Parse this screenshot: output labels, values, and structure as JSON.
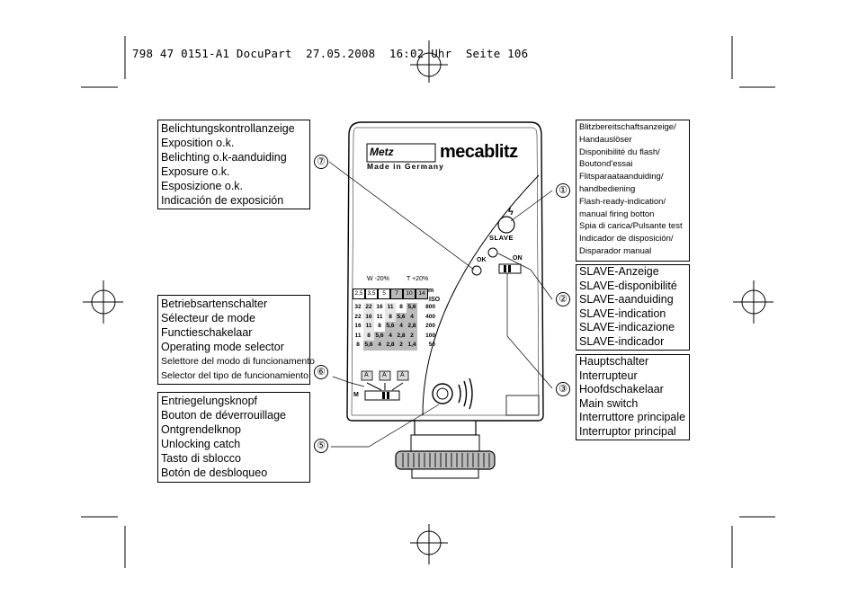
{
  "header": {
    "text": "798 47 0151-A1 DocuPart  27.05.2008  16:02 Uhr  Seite 106"
  },
  "device": {
    "brand": "Metz",
    "product": "mecablitz",
    "made_in": "Made in Germany",
    "ok_label": "OK",
    "slave_label": "SLAVE",
    "on_label": "ON",
    "mode_m": "M",
    "mode_a1": "A",
    "mode_a2": "A",
    "mode_a3": "A",
    "w_label": "W -20%",
    "t_label": "T +20%",
    "m_label": "m",
    "iso_label": "ISO",
    "flash_glyph": "ϟ"
  },
  "table": {
    "header": [
      "2,5",
      "3,5",
      "5",
      "7",
      "10",
      "14"
    ],
    "rows": [
      {
        "cells": [
          "32",
          "22",
          "16",
          "11",
          "8",
          "5,6"
        ],
        "iso": "800"
      },
      {
        "cells": [
          "22",
          "16",
          "11",
          "8",
          "5,6",
          "4"
        ],
        "iso": "400"
      },
      {
        "cells": [
          "16",
          "11",
          "8",
          "5,6",
          "4",
          "2,8"
        ],
        "iso": "200"
      },
      {
        "cells": [
          "11",
          "8",
          "5,6",
          "4",
          "2,8",
          "2"
        ],
        "iso": "100"
      },
      {
        "cells": [
          "8",
          "5,6",
          "4",
          "2,8",
          "2",
          "1,4"
        ],
        "iso": "50"
      }
    ]
  },
  "boxes": {
    "exposure": {
      "number": "⑦",
      "lines": [
        "Belichtungskontrollanzeige",
        "Exposition o.k.",
        "Belichting o.k-aanduiding",
        "Exposure o.k.",
        "Esposizione o.k.",
        "Indicación de exposición"
      ]
    },
    "mode": {
      "number": "⑥",
      "lines": [
        "Betriebsartenschalter",
        "Sélecteur de mode",
        "Functieschakelaar",
        "Operating mode selector"
      ],
      "small_lines": [
        "Selettore del modo di funcionamento",
        "Selector del tipo de funcionamiento"
      ]
    },
    "unlock": {
      "number": "⑤",
      "lines": [
        "Entriegelungsknopf",
        "Bouton de déverrouillage",
        "Ontgrendelknop",
        "Unlocking catch",
        "Tasto di sblocco",
        "Botón de desbloqueo"
      ]
    },
    "ready": {
      "number": "①",
      "lines": [
        "Blitzbereitschaftsanzeige/",
        "Handauslöser",
        "Disponibilité du flash/",
        "Boutond'essai",
        "Flitsparaatаanduiding/",
        "handbediening",
        "Flash-ready-indication/",
        "manual firing botton",
        "Spia di carica/Pulsante test",
        "Indicador de disposición/",
        "Disparador manual"
      ]
    },
    "slave": {
      "number": "②",
      "lines": [
        "SLAVE-Anzeige",
        "SLAVE-disponibilité",
        "SLAVE-aanduiding",
        "SLAVE-indication",
        "SLAVE-indicazione",
        "SLAVE-indicador"
      ]
    },
    "main": {
      "number": "③",
      "lines": [
        "Hauptschalter",
        "Interrupteur",
        "Hoofdschakelaar",
        "Main switch",
        "Interruttore principale",
        "Interruptor principal"
      ]
    }
  }
}
